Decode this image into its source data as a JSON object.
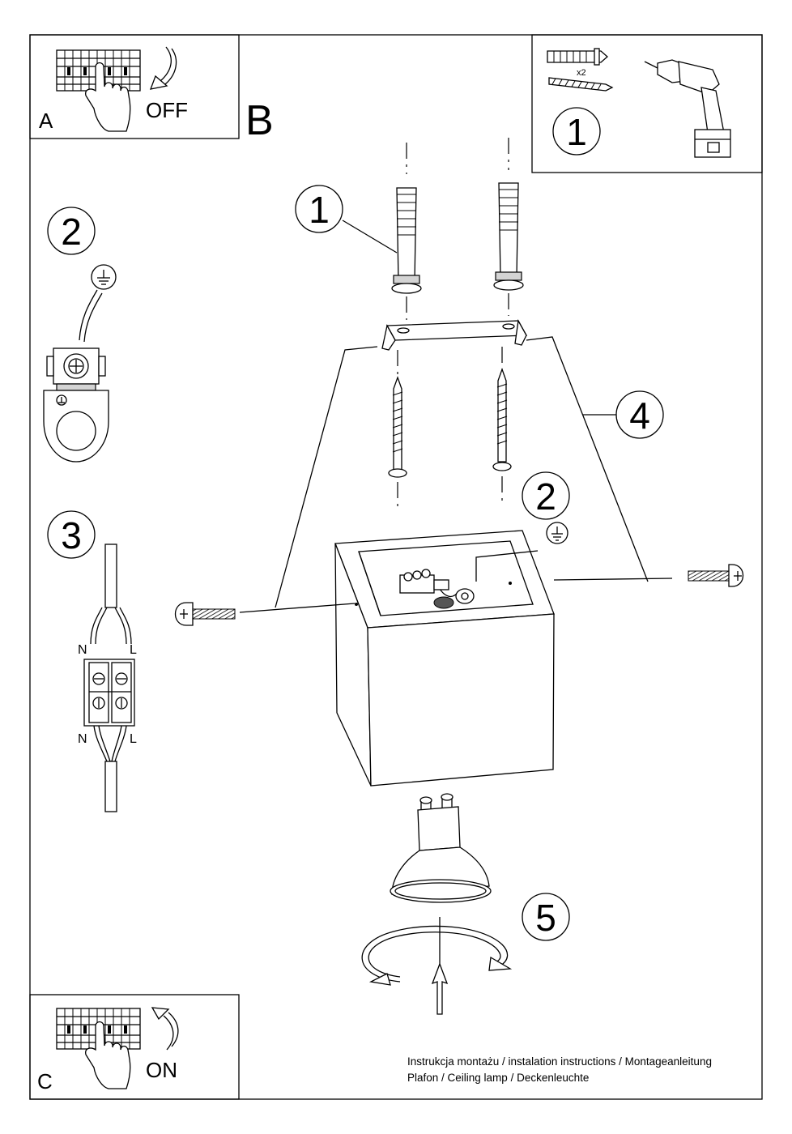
{
  "panels": {
    "a": {
      "letter": "A",
      "action": "OFF"
    },
    "b": {
      "letter": "B"
    },
    "c": {
      "letter": "C",
      "action": "ON"
    },
    "tools": {
      "quantity": "x2",
      "step": "1"
    }
  },
  "steps": {
    "ground": "2",
    "wiring": "3",
    "dowel": "1",
    "body": "4",
    "ground_inside": "2",
    "bulb": "5"
  },
  "wiring_labels": {
    "neutral": "N",
    "live": "L"
  },
  "footer": {
    "line1": "Instrukcja montażu / instalation instructions / Montageanleitung",
    "line2": "Plafon / Ceiling lamp / Deckenleuchte"
  }
}
